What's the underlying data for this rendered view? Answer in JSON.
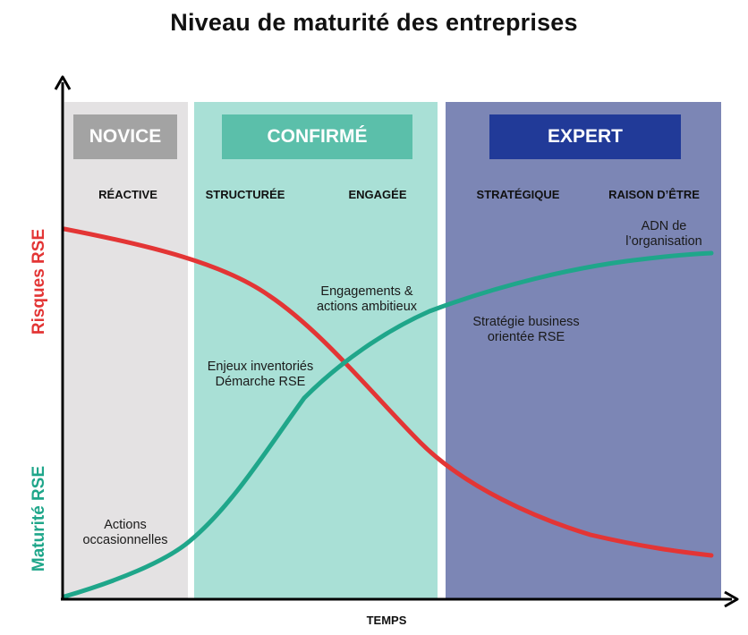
{
  "title": "Niveau de maturité des entreprises",
  "levels": {
    "novice": "NOVICE",
    "confirme": "CONFIRMÉ",
    "expert": "EXPERT"
  },
  "stages": {
    "reactive": "RÉACTIVE",
    "structuree": "STRUCTURÉE",
    "engagee": "ENGAGÉE",
    "strategique": "STRATÉGIQUE",
    "raison_etre": "RAISON D’ÊTRE"
  },
  "axes": {
    "x_label": "TEMPS",
    "y_label_top": "Risques RSE",
    "y_label_bottom": "Maturité RSE"
  },
  "annotations": {
    "actions_line1": "Actions",
    "actions_line2": "occasionnelles",
    "enjeux_line1": "Enjeux inventoriés",
    "enjeux_line2": "Démarche RSE",
    "engagements_line1": "Engagements &",
    "engagements_line2": "actions ambitieux",
    "strategie_line1": "Stratégie business",
    "strategie_line2": "orientée RSE",
    "adn_line1": "ADN de",
    "adn_line2": "l’organisation"
  },
  "colors": {
    "risk_curve": "#e33535",
    "maturity_curve": "#1fa68a",
    "novice_zone": "#e4e2e3",
    "confirme_zone": "#a9e0d6",
    "expert_zone": "#7c86b5",
    "novice_badge": "#a3a3a3",
    "confirme_badge": "#5bbfaa",
    "expert_badge": "#213a98"
  }
}
